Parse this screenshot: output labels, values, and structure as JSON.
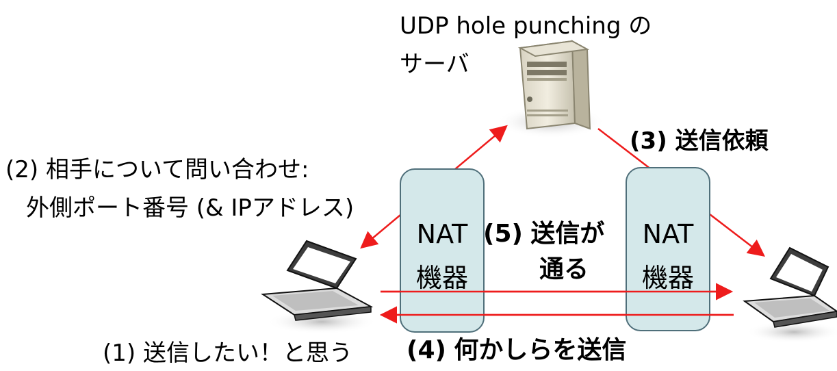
{
  "server": {
    "label_line1": "UDP hole punching の",
    "label_line2": "サーバ"
  },
  "nat_left": {
    "line1": "NAT",
    "line2": "機器"
  },
  "nat_right": {
    "line1": "NAT",
    "line2": "機器"
  },
  "steps": {
    "step1": "(1) 送信したい！と思う",
    "step2_line1": "(2) 相手について問い合わせ:",
    "step2_line2": "外側ポート番号 (& IPアドレス)",
    "step3_num": "(3)",
    "step3_text": "送信依頼",
    "step4_num": "(4)",
    "step4_text": "何かしらを送信",
    "step5_num": "(5)",
    "step5_text1": "送信が",
    "step5_text2": "通る"
  },
  "colors": {
    "arrow": "#ee1c1c",
    "nat_fill": "#d4e8ea",
    "nat_border": "#4f6f7a"
  }
}
